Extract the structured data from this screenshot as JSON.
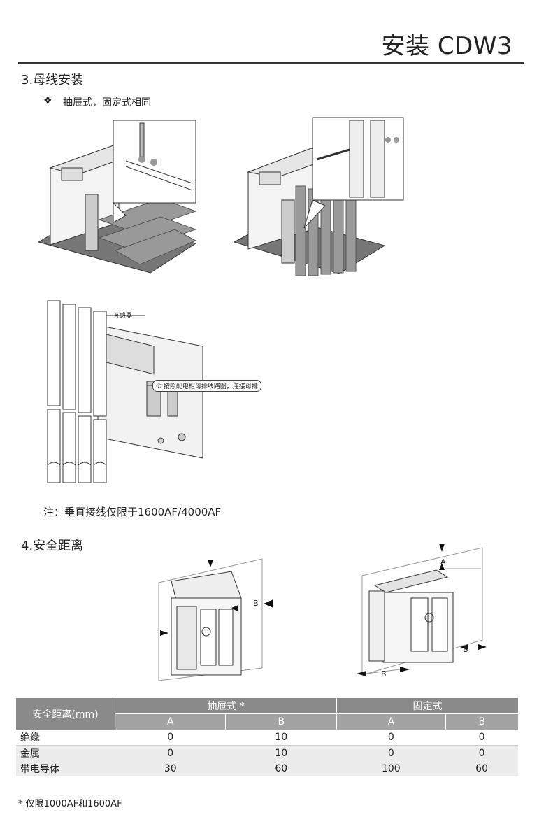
{
  "header": {
    "title": "安装 CDW3"
  },
  "section3": {
    "title": "3.母线安装",
    "bullet_symbol": "❖",
    "bullet": "抽屉式，固定式相同",
    "callout_ct": "互感器",
    "callout_connect": "① 按照配电柜母排线路图，连接母排",
    "note": "注：垂直接线仅限于1600AF/4000AF"
  },
  "section4": {
    "title": "4.安全距离",
    "dim_A": "A",
    "dim_B": "B"
  },
  "table": {
    "header_label": "安全距离(mm)",
    "group1": "抽屉式 *",
    "group2": "固定式",
    "sub": [
      "A",
      "B",
      "A",
      "B"
    ],
    "rows": [
      {
        "label": "绝缘",
        "values": [
          "0",
          "10",
          "0",
          "0"
        ]
      },
      {
        "label": "金属",
        "values": [
          "0",
          "10",
          "0",
          "0"
        ]
      },
      {
        "label": "带电导体",
        "values": [
          "30",
          "60",
          "100",
          "60"
        ]
      }
    ],
    "footnote": "* 仅限1000AF和1600AF"
  }
}
